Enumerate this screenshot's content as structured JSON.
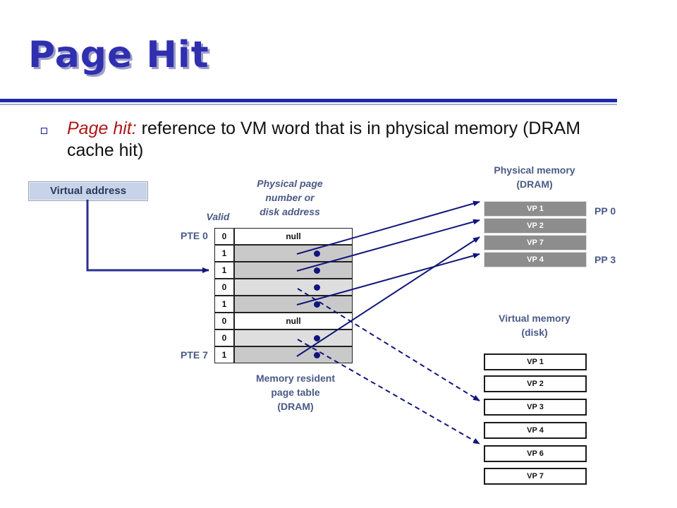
{
  "slide": {
    "title": "Page Hit",
    "bullet": {
      "term": "Page hit:",
      "text": " reference to VM word that is in physical memory (DRAM cache hit)"
    }
  },
  "diagram": {
    "virtual_address_label": "Virtual address",
    "valid_label": "Valid",
    "ppn_label": [
      "Physical page",
      "number or",
      "disk address"
    ],
    "pte_first_label": "PTE 0",
    "pte_last_label": "PTE 7",
    "page_table_caption": [
      "Memory resident",
      "page table",
      "(DRAM)"
    ],
    "page_table": [
      {
        "valid": "0",
        "entry": "null",
        "kind": "null"
      },
      {
        "valid": "1",
        "entry": "",
        "kind": "mem"
      },
      {
        "valid": "1",
        "entry": "",
        "kind": "mem"
      },
      {
        "valid": "0",
        "entry": "",
        "kind": "disk"
      },
      {
        "valid": "1",
        "entry": "",
        "kind": "mem"
      },
      {
        "valid": "0",
        "entry": "null",
        "kind": "null"
      },
      {
        "valid": "0",
        "entry": "",
        "kind": "disk"
      },
      {
        "valid": "1",
        "entry": "",
        "kind": "mem"
      }
    ],
    "physical_memory_title": [
      "Physical memory",
      "(DRAM)"
    ],
    "physical_memory": [
      "VP 1",
      "VP 2",
      "VP 7",
      "VP 4"
    ],
    "pp_first_label": "PP 0",
    "pp_last_label": "PP 3",
    "virtual_memory_title": [
      "Virtual memory",
      "(disk)"
    ],
    "virtual_memory": [
      "VP 1",
      "VP 2",
      "VP 3",
      "VP 4",
      "VP 6",
      "VP 7"
    ],
    "colors": {
      "title": "#2f2fb0",
      "label": "#4a5a86",
      "arrow": "#11157a",
      "term": "#b01818"
    }
  }
}
